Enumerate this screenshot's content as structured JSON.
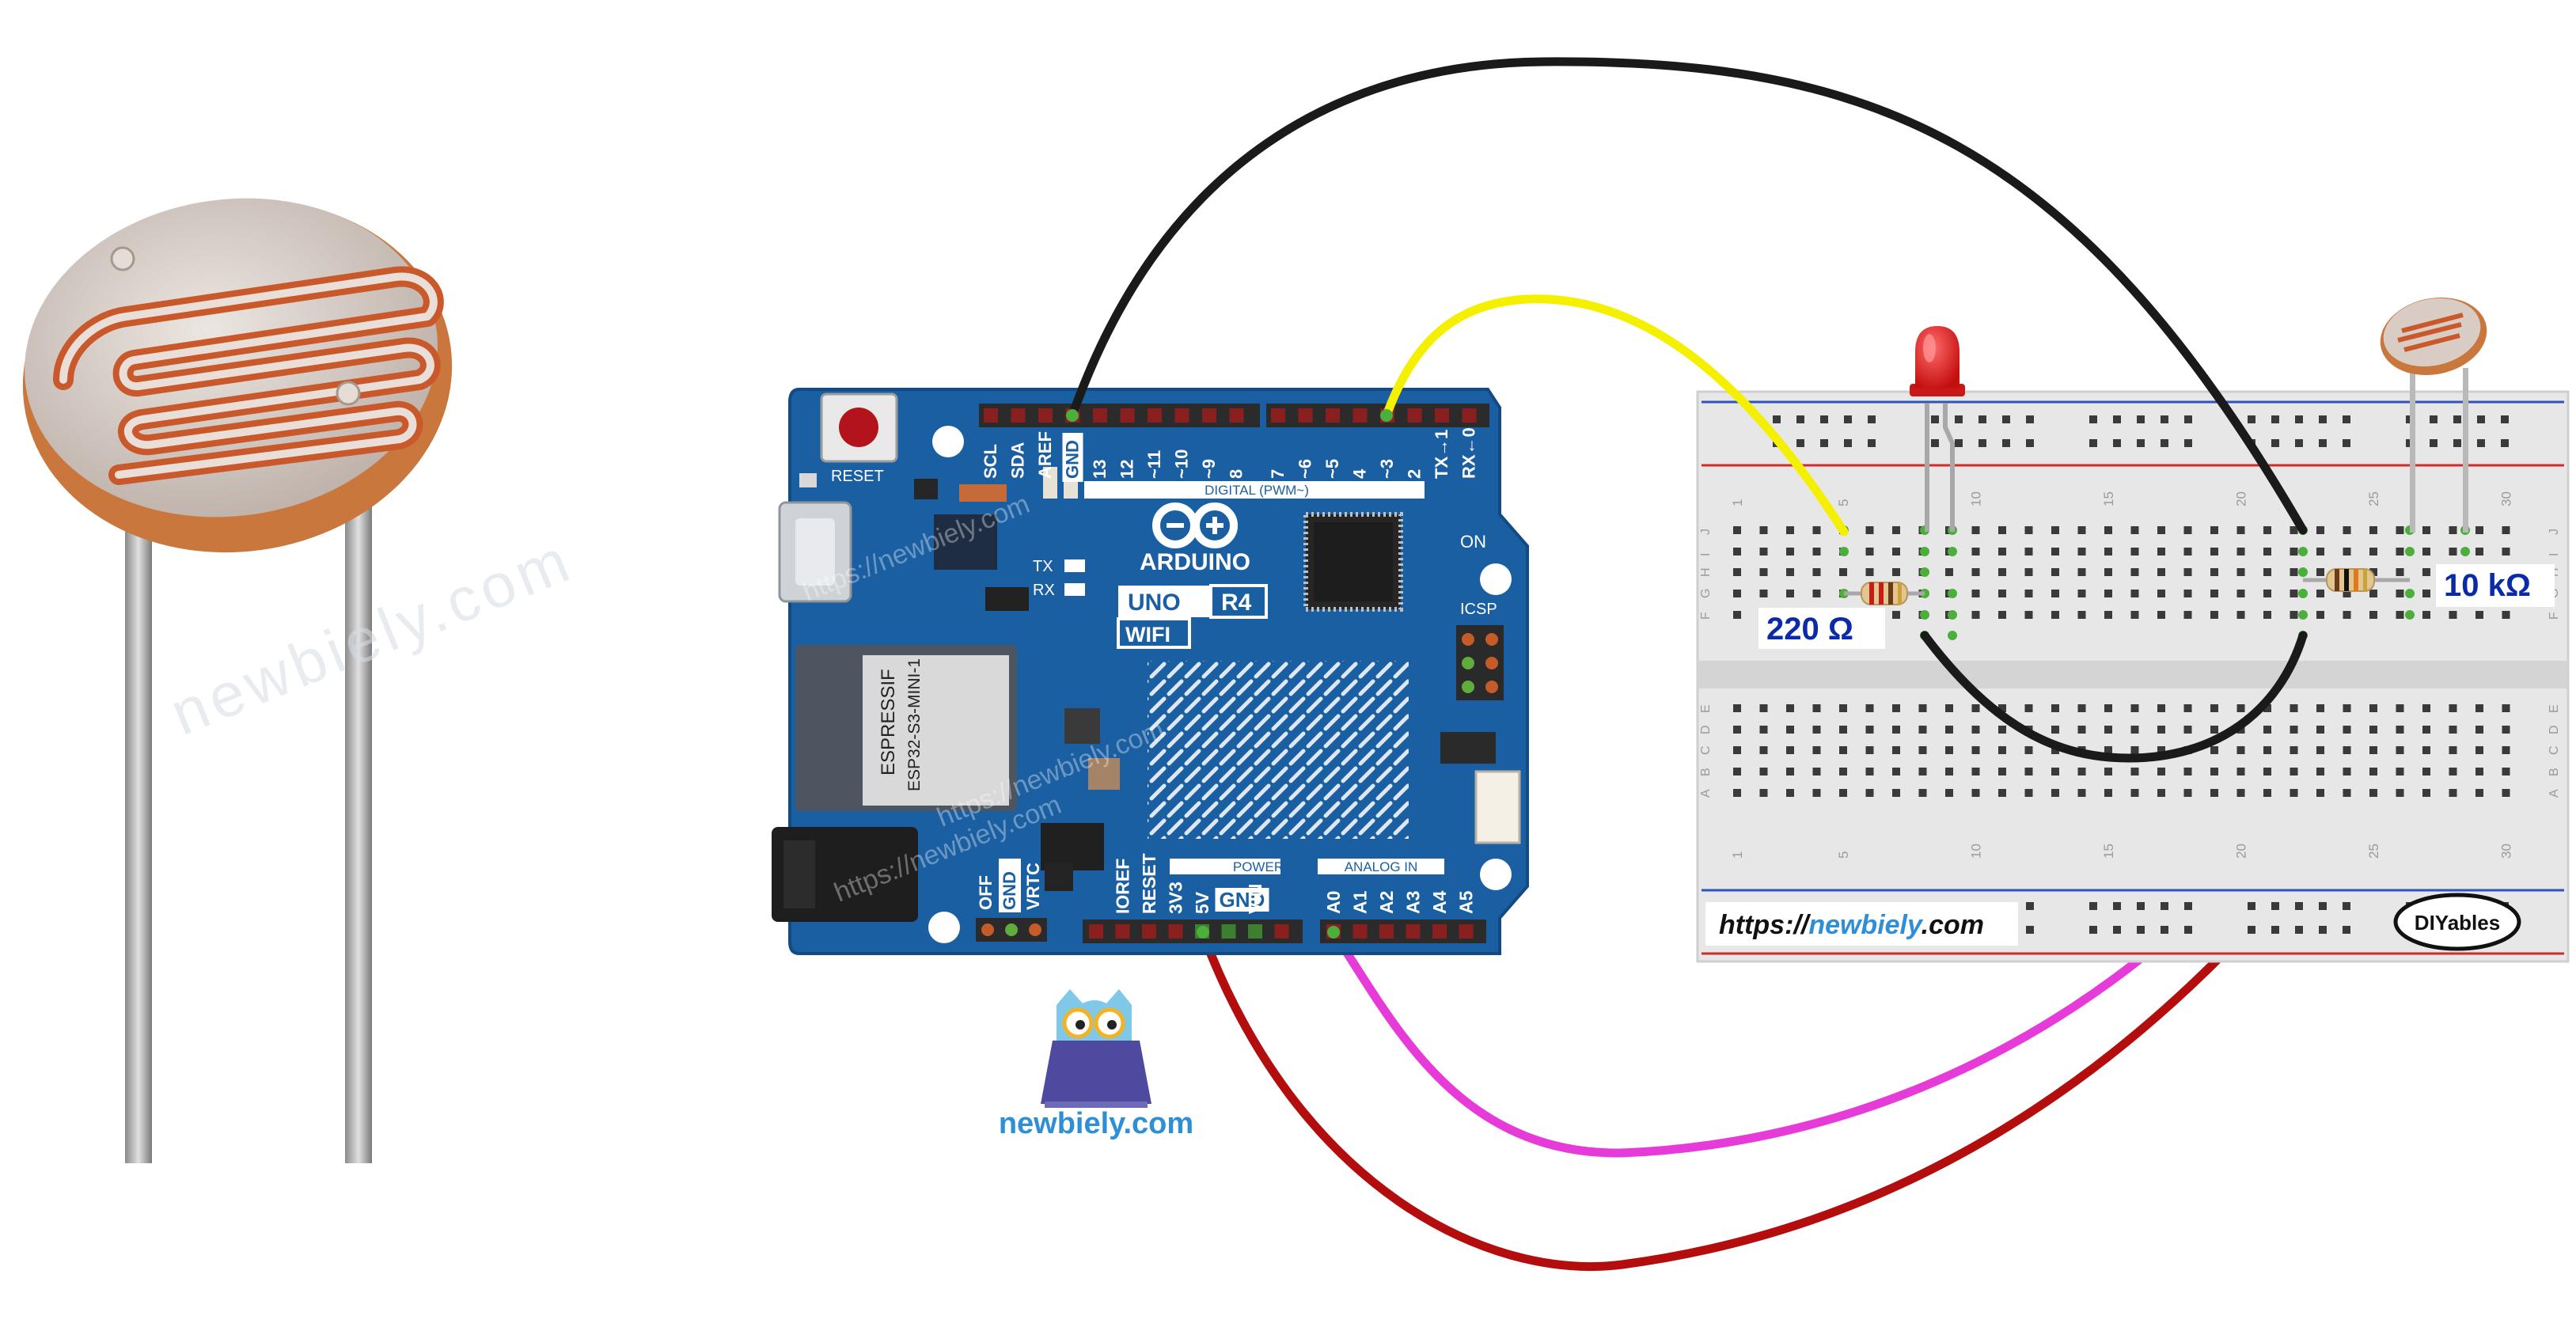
{
  "watermarks": {
    "photo": "newbiely.com",
    "board_1": "https://newbiely.com",
    "board_2": "https://newbiely.com",
    "board_3": "https://newbiely.com"
  },
  "logo": {
    "text": "newbiely.com"
  },
  "board": {
    "reset_label": "RESET",
    "brand": "ARDUINO",
    "model": "UNO",
    "revision": "R4",
    "variant": "WIFI",
    "module_line1": "ESPRESSIF",
    "module_line2": "ESP32-S3-MINI-1",
    "digital_label": "DIGITAL (PWM~)",
    "on_label": "ON",
    "icsp_label": "ICSP",
    "tx_label": "TX",
    "rx_label": "RX",
    "power_label": "POWER",
    "analog_label": "ANALOG IN",
    "top_pins": [
      "SCL",
      "SDA",
      "AREF",
      "GND",
      "13",
      "12",
      "~11",
      "~10",
      "~9",
      "8",
      "7",
      "~6",
      "~5",
      "4",
      "~3",
      "2",
      "TX→1",
      "RX←0"
    ],
    "left_pins": [
      "OFF",
      "GND",
      "VRTC"
    ],
    "bottom_pins": [
      "IOREF",
      "RESET",
      "3V3",
      "5V",
      "GND",
      "VIN",
      "A0",
      "A1",
      "A2",
      "A3",
      "A4",
      "A5"
    ]
  },
  "breadboard": {
    "column_numbers": [
      "1",
      "5",
      "10",
      "15",
      "20",
      "25",
      "30"
    ],
    "row_letters_top": [
      "J",
      "I",
      "H",
      "G",
      "F"
    ],
    "row_letters_bottom": [
      "E",
      "D",
      "C",
      "B",
      "A"
    ],
    "url_prefix": "https://",
    "url_domain": "newbiely",
    "url_suffix": ".com",
    "brand_logo": "DIYables"
  },
  "components": {
    "resistor_led_label": "220 Ω",
    "resistor_ldr_label": "10 kΩ"
  },
  "colors": {
    "board_blue": "#1b5fa3",
    "wire_black": "#1a1a1a",
    "wire_yellow": "#f4f000",
    "wire_magenta": "#e63bd8",
    "wire_red": "#b30d0d",
    "led_red": "#e11b1b",
    "label_blue": "#0b2aa8"
  }
}
